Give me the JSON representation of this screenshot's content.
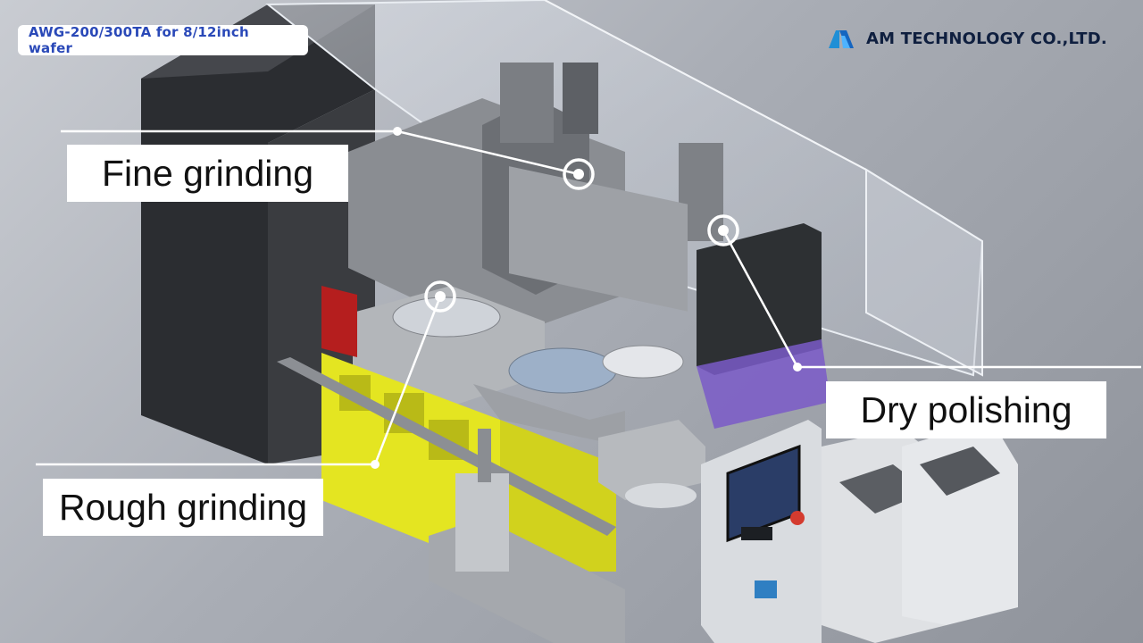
{
  "model_label": "AWG-200/300TA for 8/12inch wafer",
  "brand": {
    "name": "AM TECHNOLOGY CO.,LTD.",
    "logo_icon": "am-technology-logo-icon"
  },
  "callouts": {
    "fine_grinding": "Fine grinding",
    "rough_grinding": "Rough grinding",
    "dry_polishing": "Dry polishing"
  },
  "colors": {
    "model_label_text": "#2a49b8",
    "brand_text": "#0f1f3f",
    "rough_stage": "#e4e521",
    "polish_stage": "#7a5ac8",
    "red_frame": "#b51e1e"
  }
}
